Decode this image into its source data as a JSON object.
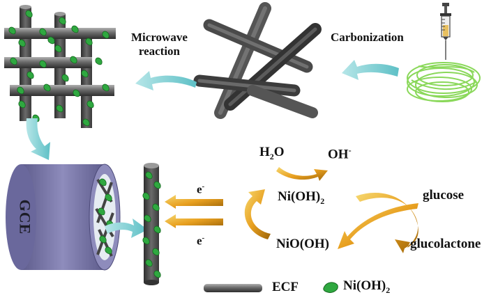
{
  "labels": {
    "microwave_1": "Microwave",
    "microwave_2": "reaction",
    "carbonization": "Carbonization",
    "gce": "GCE",
    "electron": "e",
    "electron_sup": "-",
    "h2o_h": "H",
    "h2o_sub": "2",
    "h2o_o": "O",
    "oh": "OH",
    "oh_sup": "-",
    "nioh2_main": "Ni(OH)",
    "nioh2_sub": "2",
    "niooh": "NiO(OH)",
    "glucose": "glucose",
    "glucolactone": "glucolactone",
    "legend_ecf": "ECF",
    "legend_nioh2_main": "Ni(OH)",
    "legend_nioh2_sub": "2"
  },
  "colors": {
    "rod_dark": "#3a3a3a",
    "rod_light": "#8a8a8a",
    "flake_green": "#2fa840",
    "flake_dark": "#14661e",
    "fiber_green": "#8ad85a",
    "process_arrow": "#6ec8cc",
    "reaction_arrow": "#e8a020",
    "gce_body": "#7a78a8"
  },
  "icons": {
    "syringe": "syringe-icon",
    "ecf_rod": "ecf-rod-icon",
    "nickel_flake": "nickel-hydroxide-flake-icon"
  }
}
